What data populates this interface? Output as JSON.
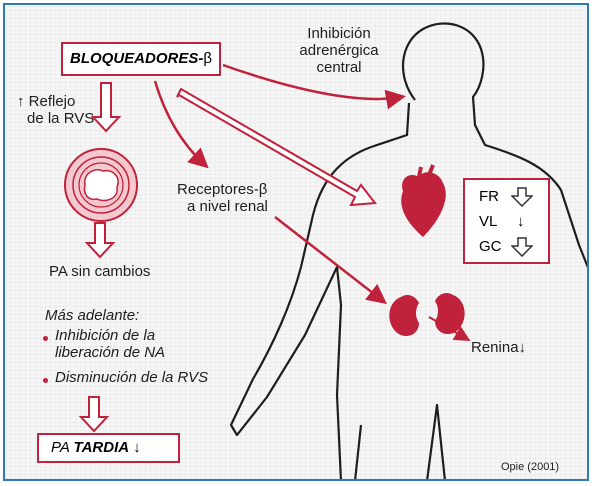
{
  "header": {
    "prefix": "BLOQUEADORES-",
    "beta": "β"
  },
  "central": {
    "line1": "Inhibición",
    "line2": "adrenérgica",
    "line3": "central"
  },
  "reflex": {
    "line1": "↑ Reflejo",
    "line2": "de la RVS"
  },
  "pa_sin": "PA sin cambios",
  "later": {
    "title": "Más adelante:",
    "item1_l1": "Inhibición de la",
    "item1_l2": "liberación de NA",
    "item2": "Disminución de la RVS"
  },
  "pa_tardia": {
    "prefix": "PA ",
    "bold": "TARDIA",
    "arrow": "↓"
  },
  "renal": {
    "line1": "Receptores-β",
    "line2": "a nivel renal"
  },
  "outcomes": {
    "fr": "FR",
    "vl": "VL",
    "vl_arrow": "↓",
    "gc": "GC"
  },
  "renina": "Renina↓",
  "credit": "Opie (2001)",
  "colors": {
    "accent": "#c0223b",
    "border": "#2f79b5"
  },
  "icons": [
    "hollow-down-arrow-icon",
    "heart-icon",
    "kidney-icon",
    "vessel-cross-section-icon"
  ]
}
